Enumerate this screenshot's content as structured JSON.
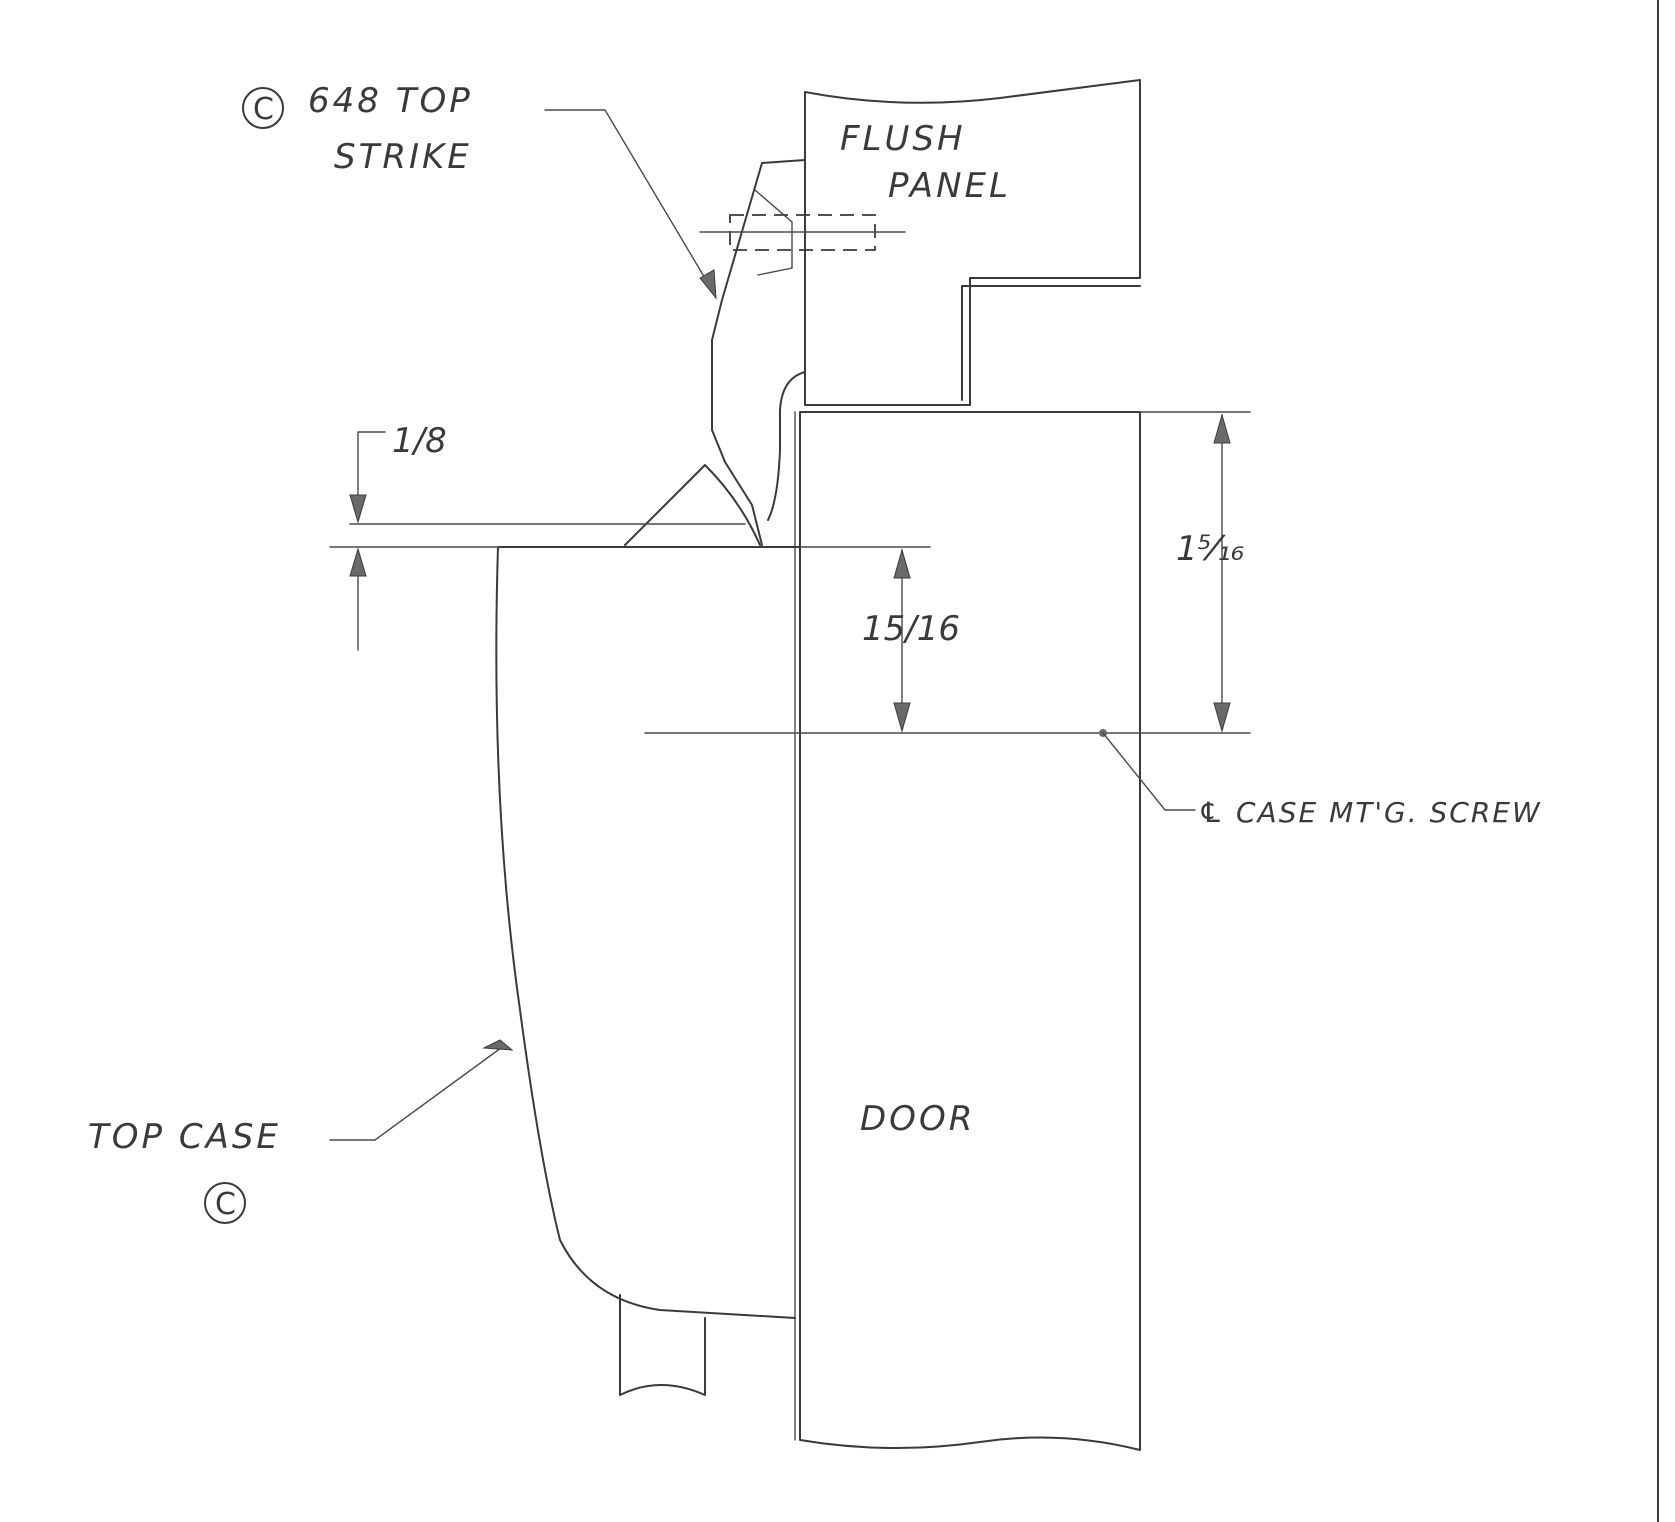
{
  "labels": {
    "strike_line1": "648 TOP",
    "strike_line2": "STRIKE",
    "flush_line1": "FLUSH",
    "flush_line2": "PANEL",
    "door": "DOOR",
    "top_case": "TOP CASE",
    "case_screw": "℄ CASE MT'G. SCREW"
  },
  "markers": {
    "strike_mark": "C",
    "case_mark": "C"
  },
  "dimensions": {
    "gap": "1/8",
    "case_to_screw": "15/16",
    "panel_to_screw": "1⁵⁄₁₆"
  },
  "colors": {
    "line": "#3a3a3a",
    "arrow_fill": "#6a6a6a"
  }
}
